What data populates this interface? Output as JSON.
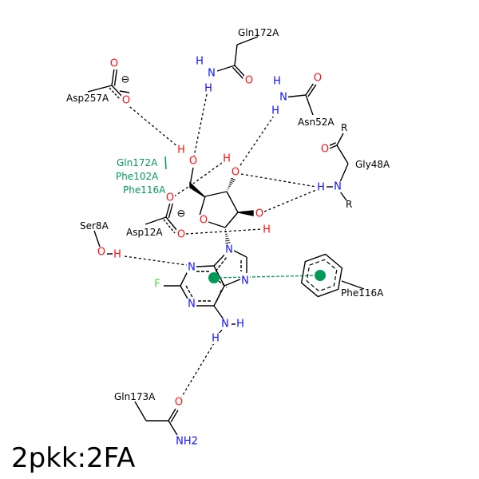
{
  "title": "2pkk:2FA",
  "colors": {
    "oxygen": "#ff0d0d",
    "nitrogen": "#1010ff",
    "fluorine": "#3ddc3d",
    "carbon_bond": "#000000",
    "hydrophobic": "#009955"
  },
  "residues": [
    "Gln172A",
    "Asp257A",
    "Asn52A",
    "Gly48A",
    "Ser8A",
    "Asp12A",
    "Phe116A",
    "Gln173A",
    "R",
    "R"
  ],
  "hydrophobic_contacts": [
    "Gln172A",
    "Phe102A",
    "Phe116A"
  ],
  "atoms": [
    "O",
    "O",
    "⊖",
    "H",
    "N",
    "H",
    "O",
    "H",
    "N",
    "H",
    "O",
    "O",
    "H",
    "N",
    "O",
    "H",
    "H",
    "O",
    "O",
    "⊖",
    "O",
    "O",
    "O",
    "H",
    "O",
    "H",
    "N",
    "N",
    "N",
    "F",
    "N",
    "N",
    "H",
    "H",
    "O",
    "NH2"
  ]
}
